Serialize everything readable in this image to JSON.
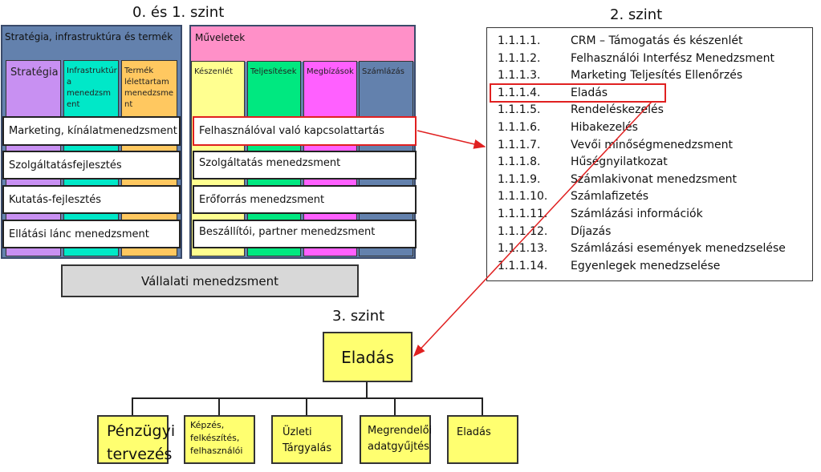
{
  "level01": {
    "title": "0. és 1. szint",
    "left": {
      "title": "Stratégia, infrastruktúra és termék",
      "columns": [
        "Stratégia",
        "Infrastruktúr a menedzsm ent",
        "Termék lélettartam menedzsme nt"
      ],
      "rows": [
        "Marketing, kínálatmenedzsment",
        "Szolgáltatásfejlesztés",
        "Kutatás-fejlesztés",
        "Ellátási lánc menedzsment"
      ]
    },
    "right": {
      "title": "Műveletek",
      "columns": [
        "Készenlét",
        "Teljesítések",
        "Megbízások",
        "Számlázás"
      ],
      "rows": [
        "Felhasználóval való kapcsolattartás",
        "Szolgáltatás menedzsment",
        "Erőforrás menedzsment",
        "Beszállítói, partner menedzsment"
      ]
    },
    "bottom": "Vállalati menedzsment"
  },
  "level2": {
    "title": "2. szint",
    "items": [
      {
        "num": "1.1.1.1.",
        "label": "CRM – Támogatás és készenlét"
      },
      {
        "num": "1.1.1.2.",
        "label": "Felhasználói Interfész Menedzsment"
      },
      {
        "num": "1.1.1.3.",
        "label": "Marketing Teljesítés Ellenőrzés"
      },
      {
        "num": "1.1.1.4.",
        "label": "Eladás"
      },
      {
        "num": "1.1.1.5.",
        "label": "Rendeléskezelés"
      },
      {
        "num": "1.1.1.6.",
        "label": "Hibakezelés"
      },
      {
        "num": "1.1.1.7.",
        "label": "Vevői minőségmenedzsment"
      },
      {
        "num": "1.1.1.8.",
        "label": "Hűségnyilatkozat"
      },
      {
        "num": "1.1.1.9.",
        "label": "Számlakivonat menedzsment"
      },
      {
        "num": "1.1.1.10.",
        "label": "Számlafizetés"
      },
      {
        "num": "1.1.1.11.",
        "label": "Számlázási információk"
      },
      {
        "num": "1.1.1.12.",
        "label": "Díjazás"
      },
      {
        "num": "1.1.1.13.",
        "label": "Számlázási események menedzselése"
      },
      {
        "num": "1.1.1.14.",
        "label": "Egyenlegek menedzselése"
      }
    ]
  },
  "level3": {
    "title": "3. szint",
    "root": "Eladás",
    "children": [
      "Pénzügyi tervezés",
      "Képzés, felkészítés, felhasználói",
      "Üzleti Tárgyalás",
      "Megrendelői adatgyűjtés",
      "Eladás"
    ]
  },
  "colors": {
    "highlight": "#e02020",
    "yellow": "#ffff70"
  }
}
